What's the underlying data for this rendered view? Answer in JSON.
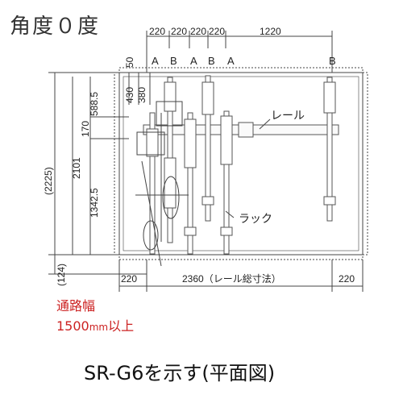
{
  "title": "角度０度",
  "caption": "SR-G6を示す(平面図)",
  "walkway": {
    "label": "通路幅",
    "width_value": "1500",
    "width_unit": "mm",
    "width_suffix": "以上"
  },
  "top_dims": [
    "220",
    "220",
    "220",
    "220",
    "1220"
  ],
  "rack_letters": [
    "A",
    "B",
    "A",
    "B",
    "A",
    "B"
  ],
  "left_dims": {
    "d50": "50",
    "d430": "430",
    "d380": "380",
    "d588_5": "588.5",
    "d170": "170",
    "d1342_5": "1342.5",
    "d2101": "2101",
    "d2225": "(2225)",
    "d124": "(124)"
  },
  "bottom_dims": {
    "left": "220",
    "total": "2360（レール総寸法）",
    "right": "220"
  },
  "callouts": {
    "rail": "レール",
    "rack": "ラック"
  },
  "colors": {
    "line": "#444444",
    "warning": "#cc2222"
  }
}
